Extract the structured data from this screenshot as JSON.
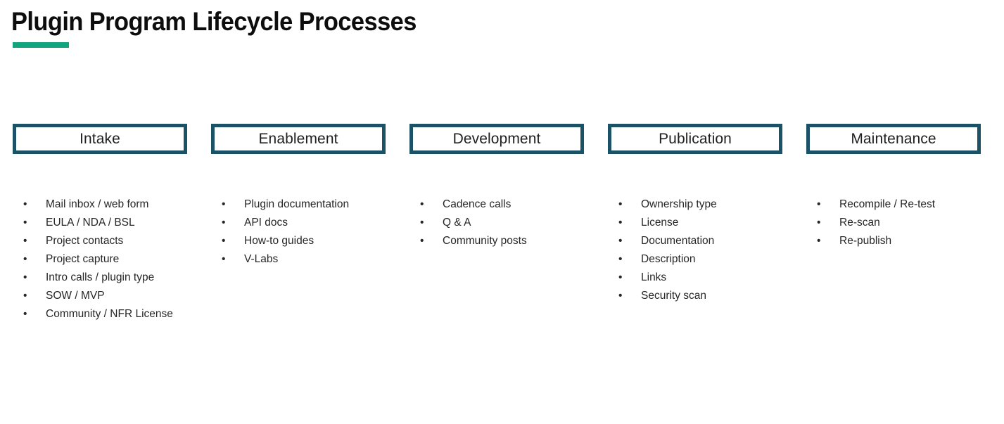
{
  "slide": {
    "title": "Plugin Program Lifecycle Processes",
    "accent_color": "#12a47f",
    "box_border_color": "#1b5265",
    "background_color": "#ffffff",
    "bullet_glyph": "•"
  },
  "phases": [
    {
      "header": "Intake",
      "items": [
        "Mail inbox / web form",
        "EULA / NDA / BSL",
        "Project contacts",
        "Project capture",
        "Intro calls / plugin type",
        "SOW / MVP",
        "Community / NFR License"
      ]
    },
    {
      "header": "Enablement",
      "items": [
        "Plugin documentation",
        "API docs",
        "How-to guides",
        "V-Labs"
      ]
    },
    {
      "header": "Development",
      "items": [
        "Cadence calls",
        "Q & A",
        "Community posts"
      ]
    },
    {
      "header": "Publication",
      "items": [
        "Ownership type",
        "License",
        "Documentation",
        "Description",
        "Links",
        "Security scan"
      ]
    },
    {
      "header": "Maintenance",
      "items": [
        "Recompile / Re-test",
        "Re-scan",
        "Re-publish"
      ]
    }
  ]
}
